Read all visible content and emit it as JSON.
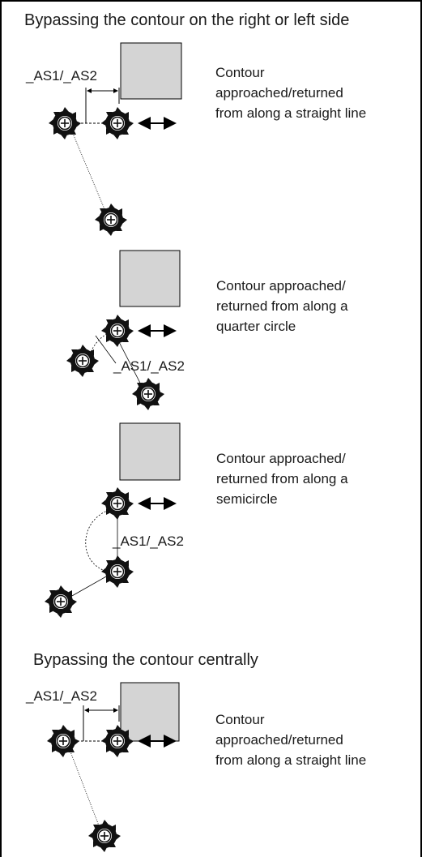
{
  "headings": {
    "side": "Bypassing the contour on the right or left side",
    "central": "Bypassing the contour centrally"
  },
  "panels": {
    "p1": {
      "dimension_label": "_AS1/_AS2",
      "caption": [
        "Contour",
        "approached/returned",
        "from along a straight line"
      ]
    },
    "p2": {
      "dimension_label": "_AS1/_AS2",
      "caption": [
        "Contour approached/",
        "returned from along a",
        "quarter circle"
      ]
    },
    "p3": {
      "dimension_label": "_AS1/_AS2",
      "caption": [
        "Contour approached/",
        "returned from along a",
        "semicircle"
      ]
    },
    "p4": {
      "dimension_label": "_AS1/_AS2",
      "caption": [
        "Contour",
        "approached/returned",
        "from along a straight line"
      ]
    }
  },
  "colors": {
    "contour_fill": "#d4d4d4",
    "line": "#000000",
    "tool": "#111111"
  },
  "icons": {
    "tool": "milling-cutter-icon",
    "direction": "double-arrow-icon"
  }
}
